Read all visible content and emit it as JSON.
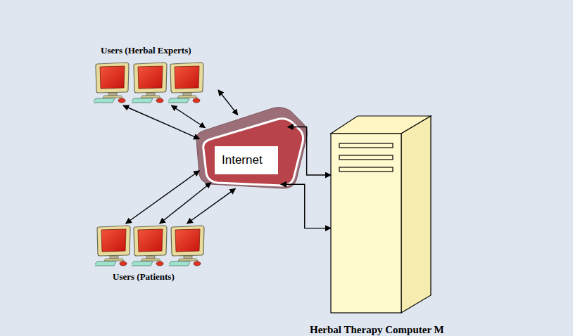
{
  "diagram": {
    "nodes": [
      {
        "text": [
          "Users (Herbal Experts)"
        ]
      },
      {
        "text": [
          "Internet"
        ]
      },
      {
        "text": [
          "Users (Patients)"
        ]
      },
      {
        "text": [
          "Herbal Therapy Computer M"
        ]
      }
    ],
    "edges": [
      {
        "from": 0,
        "to": 1,
        "arrow": "both"
      },
      {
        "from": 0,
        "to": 1,
        "arrow": "both"
      },
      {
        "from": 0,
        "to": 1,
        "arrow": "both"
      },
      {
        "from": 2,
        "to": 1,
        "arrow": "both"
      },
      {
        "from": 2,
        "to": 1,
        "arrow": "both"
      },
      {
        "from": 2,
        "to": 1,
        "arrow": "both"
      },
      {
        "from": 1,
        "to": 3,
        "arrow": "both"
      },
      {
        "from": 1,
        "to": 3,
        "arrow": "both"
      }
    ]
  }
}
